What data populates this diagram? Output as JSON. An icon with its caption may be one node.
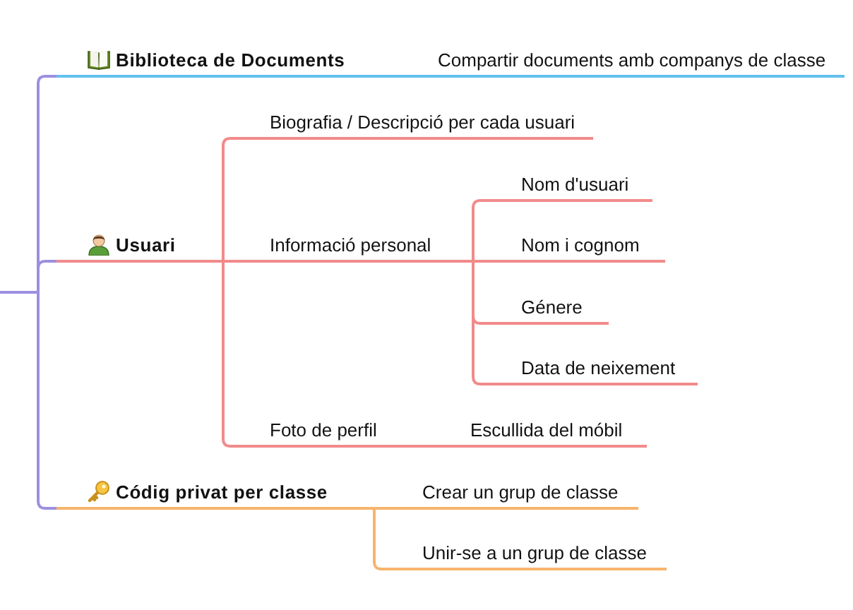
{
  "diagram": {
    "nodes": [
      {
        "text": [
          "Biblioteca de Documents"
        ]
      },
      {
        "text": [
          "Compartir documents amb companys de classe"
        ]
      },
      {
        "text": [
          "Usuari"
        ]
      },
      {
        "text": [
          "Biografia / Descripció per cada usuari"
        ]
      },
      {
        "text": [
          "Informació personal"
        ]
      },
      {
        "text": [
          "Nom d'usuari"
        ]
      },
      {
        "text": [
          "Nom i cognom"
        ]
      },
      {
        "text": [
          "Génere"
        ]
      },
      {
        "text": [
          "Data de neixement"
        ]
      },
      {
        "text": [
          "Foto de perfil"
        ]
      },
      {
        "text": [
          "Escullida del móbil"
        ]
      },
      {
        "text": [
          "Códig privat per classe"
        ]
      },
      {
        "text": [
          "Crear un grup de classe"
        ]
      },
      {
        "text": [
          "Unir-se a un grup de classe"
        ]
      }
    ],
    "edges": [
      {
        "from": null,
        "to": 0,
        "arrow": "none",
        "color": "#9d8fe0"
      },
      {
        "from": null,
        "to": 2,
        "arrow": "none",
        "color": "#9d8fe0"
      },
      {
        "from": null,
        "to": 11,
        "arrow": "none",
        "color": "#9d8fe0"
      },
      {
        "from": 0,
        "to": 1,
        "arrow": "none",
        "color": "#62c1ee"
      },
      {
        "from": 2,
        "to": 3,
        "arrow": "none"
      },
      {
        "from": 2,
        "to": 4,
        "arrow": "none"
      },
      {
        "from": 2,
        "to": 9,
        "arrow": "none"
      },
      {
        "from": 4,
        "to": 5,
        "arrow": "none"
      },
      {
        "from": 4,
        "to": 6,
        "arrow": "none"
      },
      {
        "from": 4,
        "to": 7,
        "arrow": "none"
      },
      {
        "from": 4,
        "to": 8,
        "arrow": "none"
      },
      {
        "from": 9,
        "to": 10,
        "arrow": "none"
      },
      {
        "from": 11,
        "to": 12,
        "arrow": "none",
        "color": "#f7b46c"
      },
      {
        "from": 11,
        "to": 13,
        "arrow": "none",
        "color": "#f7b46c"
      }
    ]
  }
}
